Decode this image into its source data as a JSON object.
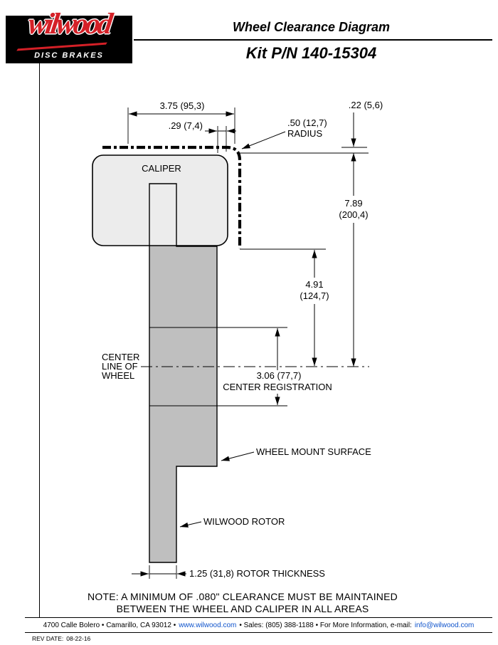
{
  "header": {
    "logo_brand": "wilwood",
    "logo_tagline": "DISC BRAKES",
    "title": "Wheel Clearance Diagram",
    "kit_number": "Kit P/N 140-15304"
  },
  "diagram": {
    "caliper_label": "CALIPER",
    "dim_width": "3.75 (95,3)",
    "dim_caliper_offset": ".29 (7,4)",
    "dim_top_gap": ".22 (5,6)",
    "dim_radius_value": ".50 (12,7)",
    "dim_radius_label": "RADIUS",
    "dim_total_height_value": "7.89",
    "dim_total_height_mm": "(200,4)",
    "dim_mid_height_value": "4.91",
    "dim_mid_height_mm": "(124,7)",
    "dim_registration_value": "3.06 (77,7)",
    "dim_registration_label": "CENTER REGISTRATION",
    "centerline_label_line1": "CENTER",
    "centerline_label_line2": "LINE OF",
    "centerline_label_line3": "WHEEL",
    "wheel_mount_label": "WHEEL MOUNT SURFACE",
    "rotor_label": "WILWOOD ROTOR",
    "dim_rotor_thickness": "1.25 (31,8) ROTOR THICKNESS",
    "note_line1": "NOTE: A MINIMUM OF .080\" CLEARANCE MUST BE MAINTAINED",
    "note_line2": "BETWEEN THE WHEEL AND CALIPER IN ALL AREAS"
  },
  "footer": {
    "address_part1": "4700 Calle Bolero • Camarillo, CA 93012 •",
    "website": "www.wilwood.com",
    "address_part2": "• Sales: (805) 388-1188 • For More Information, e-mail:",
    "email": "info@wilwood.com",
    "rev_label": "REV DATE:",
    "rev_date": "08-22-16"
  },
  "colors": {
    "logo_red": "#d42027",
    "caliper_fill": "#ececec",
    "hat_fill": "#bfbfbf",
    "link_blue": "#1155cc"
  }
}
